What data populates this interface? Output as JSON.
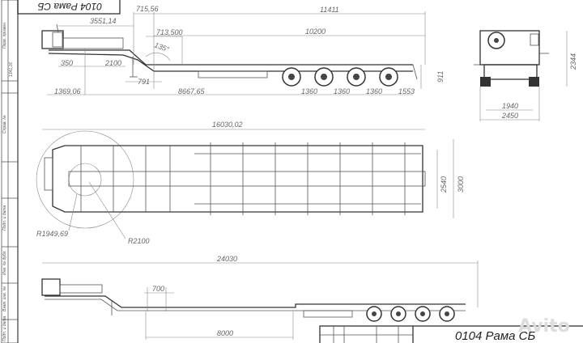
{
  "title_block": {
    "designation": "0104 Рама СБ",
    "designation_top_rotated": "0104 Рама СБ"
  },
  "margin_labels": [
    "Перв. примен.",
    "Справ. №",
    "Подп. и дата",
    "Инв. № дубл.",
    "Взам. инв. №",
    "Подп. и дата"
  ],
  "side_view": {
    "dims": {
      "overall_11411": "11411",
      "d_10200": "10200",
      "d_3551": "3551,14",
      "d_715": "715,56",
      "d_713": "713,500",
      "angle": "135°",
      "d_350": "350",
      "d_2100": "2100",
      "d_791": "791",
      "d_1369": "1369,06",
      "d_8667": "8667,65",
      "d_1360a": "1360",
      "d_1360b": "1360",
      "d_1360c": "1360",
      "d_1553": "1553",
      "d_911": "911",
      "d_1341": "1341,16"
    }
  },
  "rear_view": {
    "dims": {
      "width_1940": "1940",
      "width_2450": "2450",
      "height_2344": "2344"
    }
  },
  "top_view": {
    "dims": {
      "length": "16030,02",
      "w_2540": "2540",
      "w_3000": "3000",
      "r1": "R1949,69",
      "r2": "R2100"
    }
  },
  "extended_view": {
    "dims": {
      "length": "24030",
      "d_700": "700",
      "d_8000": "8000"
    }
  },
  "watermark": "Avito"
}
